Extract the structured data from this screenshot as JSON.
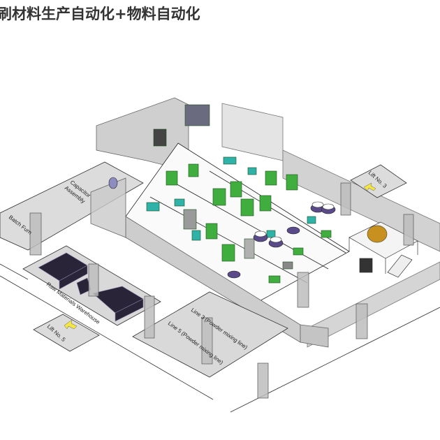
{
  "title": "刷材料生产自动化+物料自动化",
  "labels": {
    "capacitor_assembly_1": "Capacitor",
    "capacitor_assembly_2": "Assembly",
    "batch_furnace": "Batch Furn",
    "raw_materials_warehouse": "Raw Materials Warehouse",
    "lift_5": "Lift No. 5",
    "lift_3": "Lift No. 3",
    "line_3": "Line 3 (Powder mixing line)",
    "line_5": "Line 5 (Powder mixing line)"
  },
  "colors": {
    "floor": "#d9d9d9",
    "wall": "#c8c8c8",
    "machine_green": "#3fae3f",
    "machine_teal": "#2fb3a8",
    "drum_purple": "#5a4a8a",
    "arrow_yellow": "#f5e642"
  }
}
